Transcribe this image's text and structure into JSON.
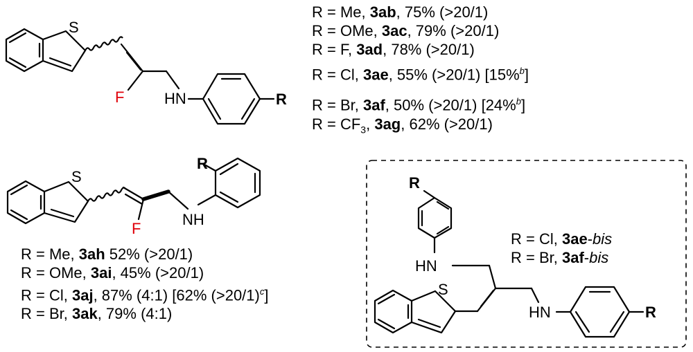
{
  "atoms": {
    "sulfur": "S",
    "fluorine": "F",
    "amine": "HN",
    "amine_alt": "NH",
    "substituent": "R"
  },
  "colors": {
    "fluorine": "#e0000a",
    "bonds": "#000000"
  },
  "scheme_top": {
    "entries": [
      {
        "prefix": "R = Me, ",
        "compound": "3ab",
        "suffix": ", 75% (>20/1)",
        "tail": "",
        "note": "",
        "end": ""
      },
      {
        "prefix": "R = OMe, ",
        "compound": "3ac",
        "suffix": ", 79% (>20/1)",
        "tail": "",
        "note": "",
        "end": ""
      },
      {
        "prefix": "R = F, ",
        "compound": "3ad",
        "suffix": ", 78% (>20/1)",
        "tail": "",
        "note": "",
        "end": ""
      },
      {
        "prefix": "R = Cl, ",
        "compound": "3ae",
        "suffix": ", 55% (>20/1) [15%",
        "tail": "",
        "note": "b",
        "end": "]"
      },
      {
        "prefix": "R = Br, ",
        "compound": "3af",
        "suffix": ", 50% (>20/1) [24%",
        "tail": "",
        "note": "b",
        "end": "]"
      }
    ],
    "cf3_entry": {
      "prefix": "R = CF",
      "subscript": "3",
      "mid": ", ",
      "compound": "3ag",
      "suffix": ", 62% (>20/1)"
    }
  },
  "scheme_bottom": {
    "entries": [
      {
        "prefix": "R = Me, ",
        "compound": "3ah",
        "suffix": " 52% (>20/1)",
        "note": "",
        "end": ""
      },
      {
        "prefix": "R = OMe, ",
        "compound": "3ai",
        "suffix": ", 45% (>20/1)",
        "note": "",
        "end": ""
      },
      {
        "prefix": "R = Cl, ",
        "compound": "3aj",
        "suffix": ", 87% (4:1) [62% (>20/1)",
        "note": "c",
        "end": "]"
      },
      {
        "prefix": "R = Br, ",
        "compound": "3ak",
        "suffix": ", 79% (4:1)",
        "note": "",
        "end": ""
      }
    ]
  },
  "scheme_bis": {
    "entries": [
      {
        "prefix": "R = Cl, ",
        "compound": "3ae",
        "suffix": "-",
        "italic": "bis"
      },
      {
        "prefix": "R = Br, ",
        "compound": "3af",
        "suffix": "-",
        "italic": "bis"
      }
    ]
  }
}
